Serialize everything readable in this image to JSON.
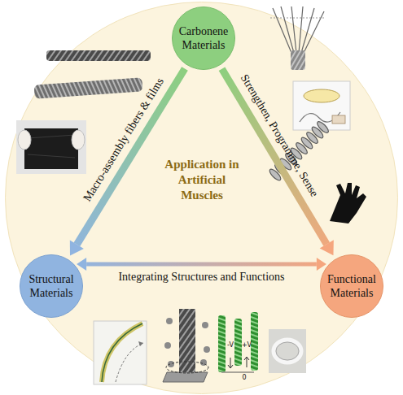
{
  "diagram": {
    "nodes": [
      {
        "text": [
          "Application in Artificial Muscles"
        ]
      },
      {
        "text": [
          "Carbonene Materials"
        ],
        "in": 0
      },
      {
        "text": [
          "Structural Materials"
        ],
        "in": 0
      },
      {
        "text": [
          "Functional Materials"
        ],
        "in": 0
      }
    ],
    "edges": [
      {
        "from": 1,
        "to": 2,
        "arrow": "to",
        "label": "Macro-assembly fibers & films"
      },
      {
        "from": 1,
        "to": 3,
        "arrow": "to",
        "label": "Strengthen, Programme, Sense"
      },
      {
        "from": 2,
        "to": 3,
        "arrow": "both",
        "label": "Integrating Structures and Functions"
      }
    ],
    "labels": [
      "-V",
      "+V",
      "0"
    ]
  }
}
